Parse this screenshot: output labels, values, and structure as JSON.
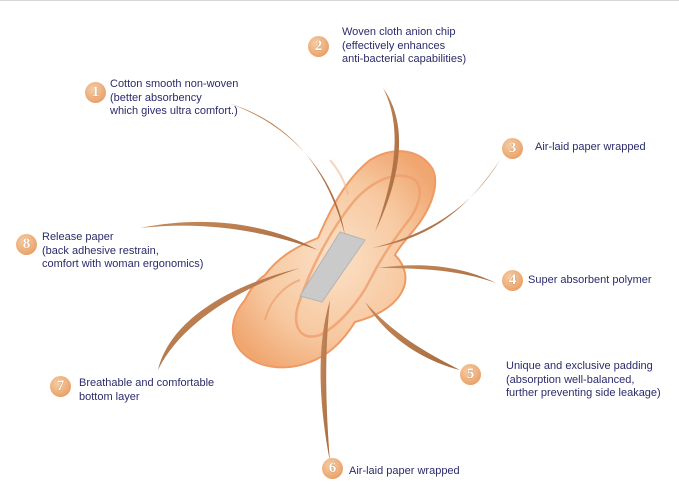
{
  "colors": {
    "leader": "#b9794a",
    "pad_fill": "#f6c49c",
    "pad_edge": "#f2a977",
    "release_strip": "#c9c9c9",
    "badge": "#e9a46d",
    "text": "#2b2b6b"
  },
  "callouts": [
    {
      "number": "1",
      "lines": [
        "Cotton smooth non-woven",
        "(better absorbency",
        "which gives ultra comfort.)"
      ]
    },
    {
      "number": "2",
      "lines": [
        "Woven cloth anion chip",
        "(effectively enhances",
        "anti-bacterial capabilities)"
      ]
    },
    {
      "number": "3",
      "lines": [
        "Air-laid paper wrapped"
      ]
    },
    {
      "number": "4",
      "lines": [
        "Super absorbent polymer"
      ]
    },
    {
      "number": "5",
      "lines": [
        "Unique and exclusive padding",
        "(absorption well-balanced,",
        "further preventing side leakage)"
      ]
    },
    {
      "number": "6",
      "lines": [
        "Air-laid paper wrapped"
      ]
    },
    {
      "number": "7",
      "lines": [
        "Breathable and comfortable",
        "bottom layer"
      ]
    },
    {
      "number": "8",
      "lines": [
        "Release paper",
        "(back adhesive restrain,",
        "comfort with woman ergonomics)"
      ]
    }
  ]
}
